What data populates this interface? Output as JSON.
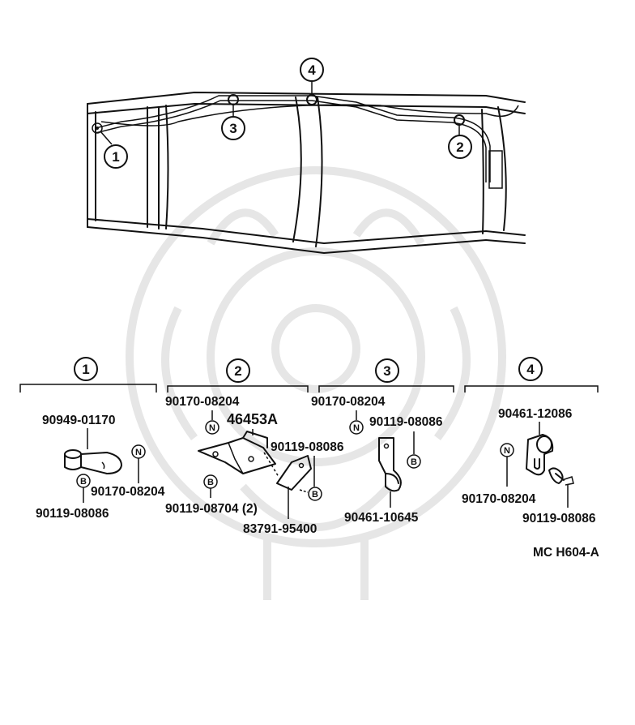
{
  "diagram_code": "MC H604-A",
  "frame_callouts": [
    "1",
    "2",
    "3",
    "4"
  ],
  "groups": [
    {
      "number": "1",
      "parts": [
        {
          "pn": "90949-01170"
        },
        {
          "pn": "90170-08204",
          "symbol": "N"
        },
        {
          "pn": "90119-08086",
          "symbol": "B"
        }
      ]
    },
    {
      "number": "2",
      "parts": [
        {
          "pn": "90170-08204"
        },
        {
          "pn": "46453A",
          "symbol": "N"
        },
        {
          "pn": "90119-08086"
        },
        {
          "pn": "90119-08704 (2)",
          "symbol": "B"
        },
        {
          "pn": "83791-95400",
          "symbol": "B"
        }
      ]
    },
    {
      "number": "3",
      "parts": [
        {
          "pn": "90170-08204",
          "symbol": "N"
        },
        {
          "pn": "90119-08086",
          "symbol": "B"
        },
        {
          "pn": "90461-10645"
        }
      ]
    },
    {
      "number": "4",
      "parts": [
        {
          "pn": "90461-12086"
        },
        {
          "pn": "90170-08204",
          "symbol": "N"
        },
        {
          "pn": "90119-08086"
        }
      ]
    }
  ]
}
